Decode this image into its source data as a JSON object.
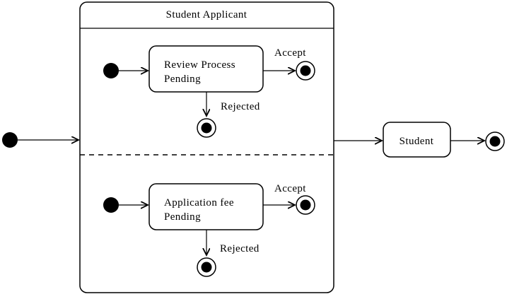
{
  "diagram": {
    "type": "uml-state-machine",
    "composite_state": {
      "title": "Student Applicant",
      "regions": [
        {
          "id": "review-process",
          "state": {
            "line1": "Review Process",
            "line2": "Pending"
          },
          "transitions": {
            "accept": "Accept",
            "rejected": "Rejected"
          }
        },
        {
          "id": "application-fee",
          "state": {
            "line1": "Application fee",
            "line2": "Pending"
          },
          "transitions": {
            "accept": "Accept",
            "rejected": "Rejected"
          }
        }
      ]
    },
    "outer_state": {
      "label": "Student"
    },
    "colors": {
      "line": "#000000",
      "fill": "#ffffff",
      "text": "#000000",
      "background": "#ffffff"
    }
  }
}
